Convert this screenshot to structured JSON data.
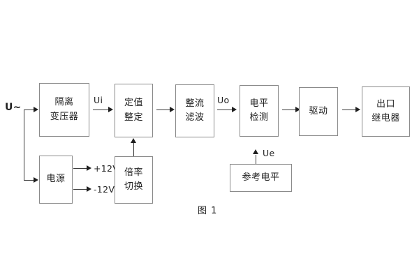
{
  "figure": {
    "caption": "图 1",
    "background_color": "#ffffff",
    "box_border_color": "#8a8a8a",
    "line_color": "#3a3a3a",
    "text_color": "#1f1f1f"
  },
  "input_label": "U~",
  "blocks": {
    "isolation_transformer": {
      "line1": "隔离",
      "line2": "变压器"
    },
    "power_supply": {
      "line1": "电源"
    },
    "setting_value": {
      "line1": "定值",
      "line2": "整定"
    },
    "multiplier_switch": {
      "line1": "倍率",
      "line2": "切换"
    },
    "rectify_filter": {
      "line1": "整流",
      "line2": "滤波"
    },
    "level_detect": {
      "line1": "电平",
      "line2": "检测"
    },
    "reference_level": {
      "line1": "参考电平"
    },
    "driver": {
      "line1": "驱动"
    },
    "output_relay": {
      "line1": "出口",
      "line2": "继电器"
    }
  },
  "signal_labels": {
    "ui": "Ui",
    "uo": "Uo",
    "ue": "Ue",
    "rail_positive": "+12V",
    "rail_negative": "-12V"
  }
}
